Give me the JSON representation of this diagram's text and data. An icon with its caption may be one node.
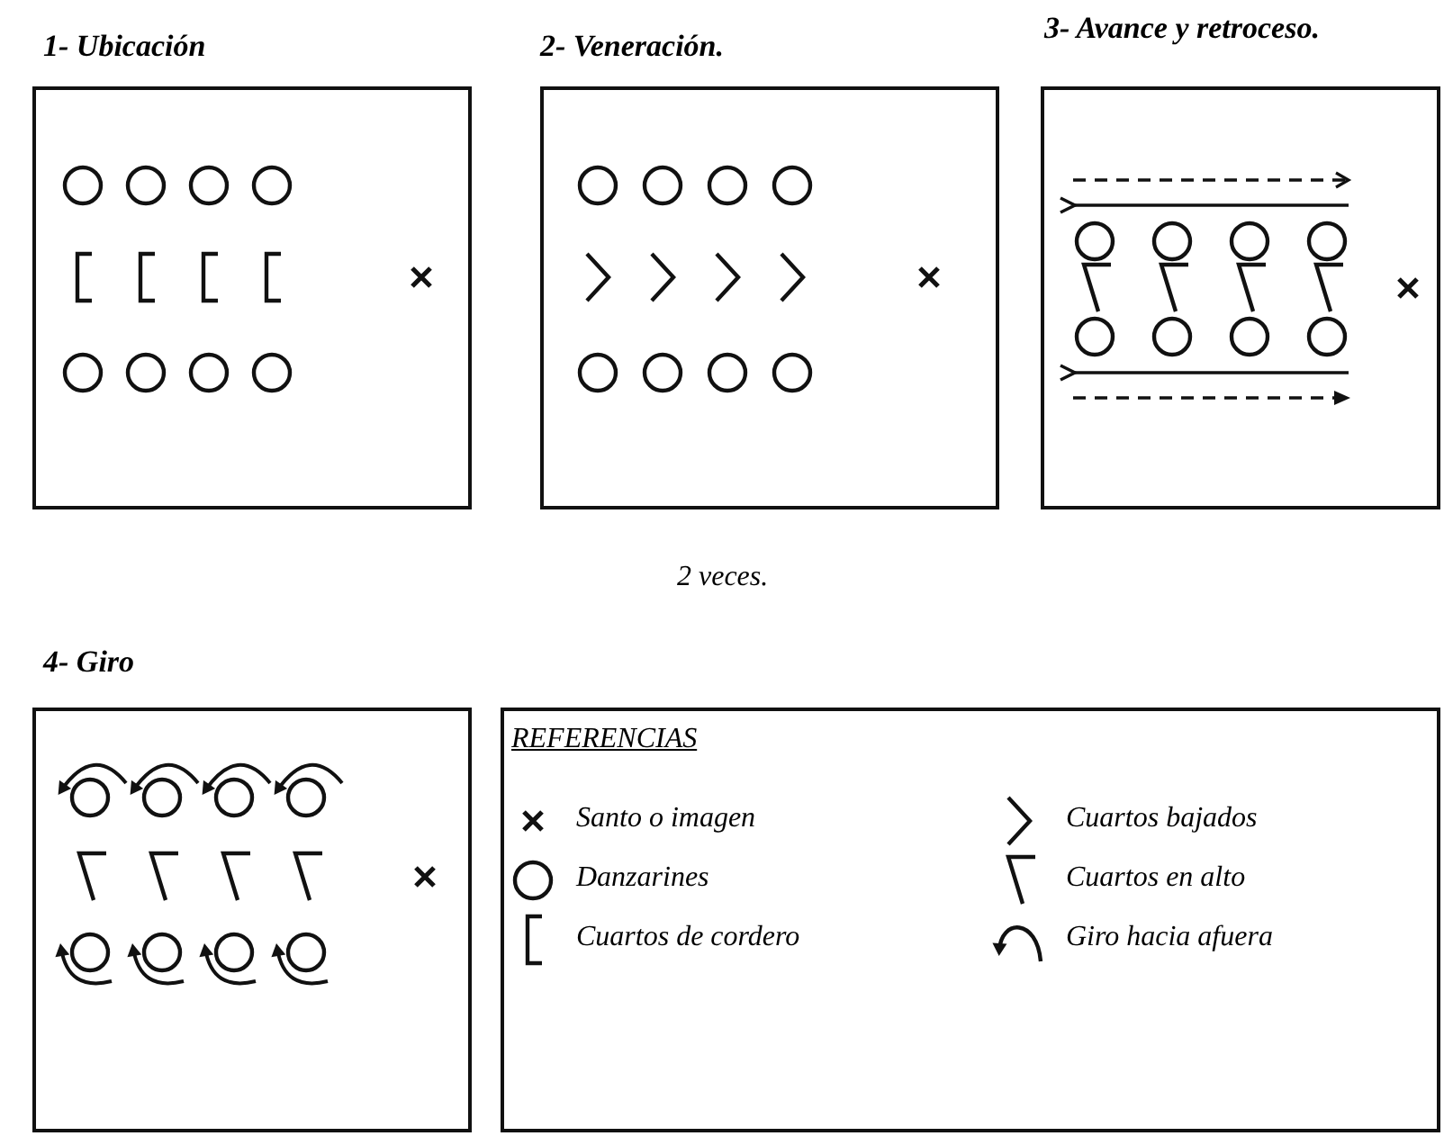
{
  "diagram": {
    "nodes": [
      {
        "text": [
          "1- Ubicación"
        ]
      },
      {
        "text": [
          "2- Veneración."
        ],
        "beside": [
          "2 veces."
        ]
      },
      {
        "text": [
          "3- Avance y retroceso."
        ]
      },
      {
        "text": [
          "4- Giro"
        ]
      }
    ],
    "labels": [
      "REFERENCIAS"
    ],
    "legend": [
      {
        "text": "Santo o imagen"
      },
      {
        "text": "Cuartos bajados"
      },
      {
        "text": "Danzarines"
      },
      {
        "text": "Cuartos en alto"
      },
      {
        "text": "Cuartos de cordero"
      },
      {
        "text": "Giro hacia afuera"
      }
    ]
  }
}
